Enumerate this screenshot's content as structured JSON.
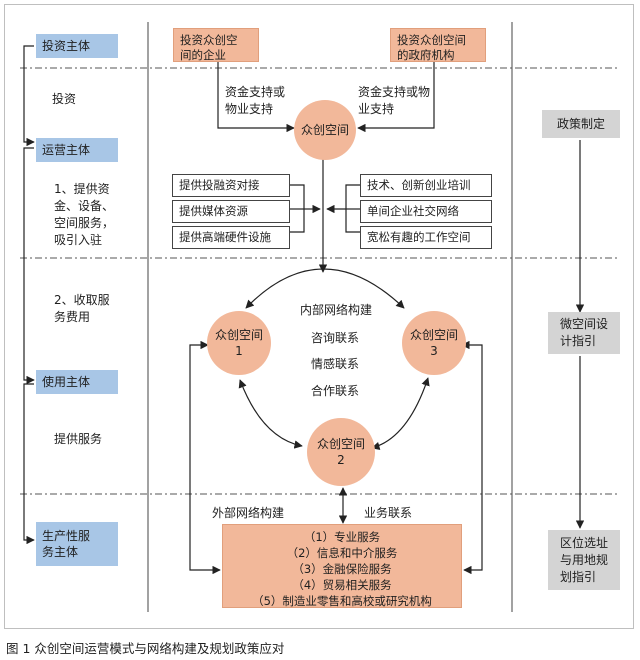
{
  "left_column": {
    "investor": "投资主体",
    "invest_label": "投资",
    "operator": "运营主体",
    "operator_desc": "1、提供资\n金、设备、\n空间服务，\n吸引入驻",
    "fee_desc": "2、收取服\n务费用",
    "user": "使用主体",
    "provide_service": "提供服务",
    "producer": "生产性服\n务主体"
  },
  "top": {
    "enterprise_box": "投资众创空\n间的企业",
    "gov_box": "投资众创空间\n的政府机构",
    "left_support": "资金支持或\n物业支持",
    "right_support": "资金支持或物\n业支持"
  },
  "center_node": {
    "label": "众创空间"
  },
  "left_services": [
    "提供投融资对接",
    "提供媒体资源",
    "提供高端硬件设施"
  ],
  "right_services": [
    "技术、创新创业培训",
    "单间企业社交网络",
    "宽松有趣的工作空间"
  ],
  "network": {
    "internal": "内部网络构建",
    "items": [
      "咨询联系",
      "情感联系",
      "合作联系"
    ],
    "node1": {
      "name": "众创空间",
      "num": "1"
    },
    "node2": {
      "name": "众创空间",
      "num": "2"
    },
    "node3": {
      "name": "众创空间",
      "num": "3"
    },
    "external": "外部网络构建",
    "business": "业务联系"
  },
  "services_box": [
    "（1）专业服务",
    "（2）信息和中介服务",
    "（3）金融保险服务",
    "（4）贸易相关服务",
    "（5）制造业零售和高校或研究机构"
  ],
  "right_column": {
    "policy": "政策制定",
    "micro_guide": "微空间设\n计指引",
    "location_guide": "区位选址\n与用地规\n划指引"
  },
  "caption": "图 1  众创空间运营模式与网络构建及规划政策应对"
}
